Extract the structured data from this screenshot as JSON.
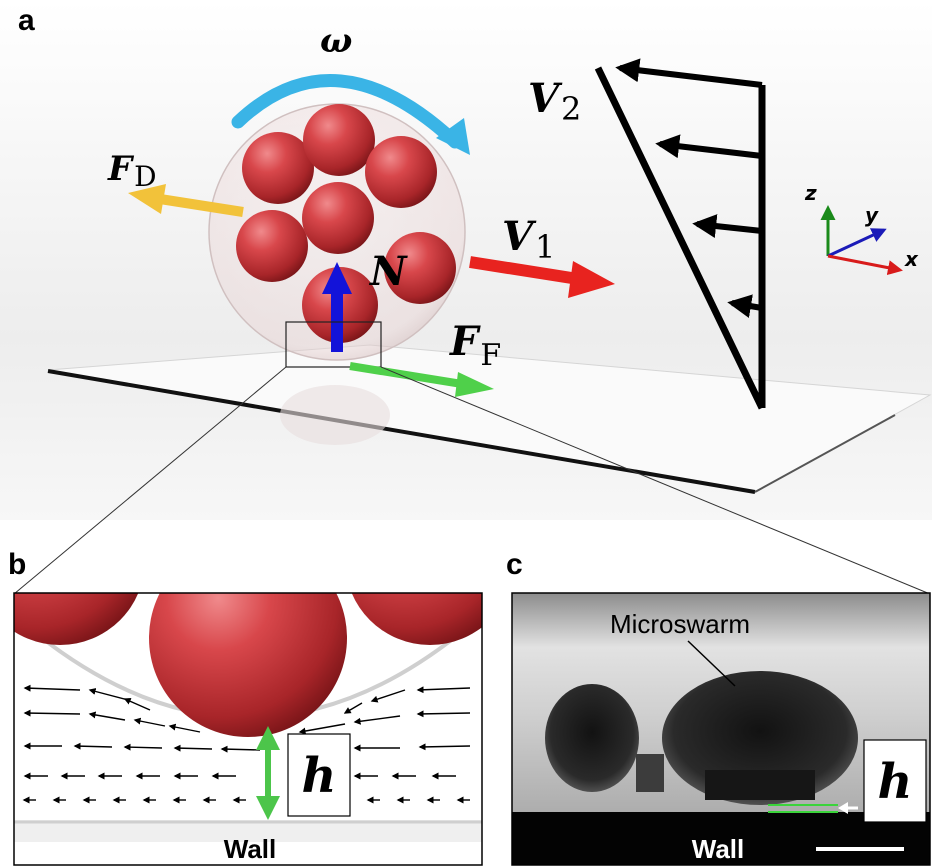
{
  "panels": {
    "a": {
      "letter": "a",
      "omega": "ω",
      "fd_main": "F",
      "fd_sub": "D",
      "v1_main": "V",
      "v1_sub": "1",
      "v2_main": "V",
      "v2_sub": "2",
      "n": "N",
      "ff_main": "F",
      "ff_sub": "F",
      "axes": {
        "z": "z",
        "y": "y",
        "x": "x"
      }
    },
    "b": {
      "letter": "b",
      "h": "h",
      "wall": "Wall"
    },
    "c": {
      "letter": "c",
      "microswarm": "Microswarm",
      "h": "h",
      "wall": "Wall"
    }
  },
  "colors": {
    "sphere": "#c8373b",
    "omega_arrow": "#3ab4e6",
    "fd_arrow": "#f2c23a",
    "v1_arrow": "#e8231f",
    "n_arrow": "#1313d9",
    "ff_arrow": "#4fd04a",
    "h_arrow": "#4cc54a"
  }
}
